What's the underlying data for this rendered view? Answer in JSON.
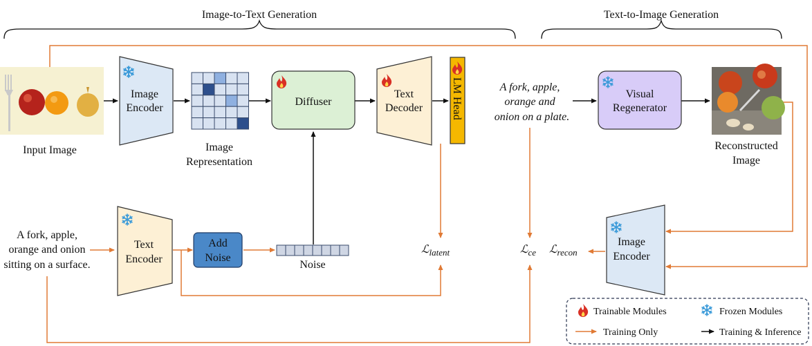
{
  "sections": {
    "i2t_title": "Image-to-Text Generation",
    "t2i_title": "Text-to-Image Generation"
  },
  "labels": {
    "input_image": "Input Image",
    "image_encoder_top": [
      "Image",
      "Encoder"
    ],
    "image_representation": [
      "Image",
      "Representation"
    ],
    "diffuser": "Diffuser",
    "text_decoder": [
      "Text",
      "Decoder"
    ],
    "lm_head": "LM Head",
    "generated_caption": [
      "A fork, apple,",
      "orange and",
      "onion on a plate."
    ],
    "visual_regenerator": [
      "Visual",
      "Regenerator"
    ],
    "reconstructed_image": [
      "Reconstructed",
      "Image"
    ],
    "input_caption": [
      "A fork, apple,",
      "orange and onion",
      "sitting on a surface."
    ],
    "text_encoder": [
      "Text",
      "Encoder"
    ],
    "add_noise": [
      "Add",
      "Noise"
    ],
    "noise": "Noise",
    "loss_latent_base": "ℒ",
    "loss_latent_sub": "latent",
    "loss_ce_base": "ℒ",
    "loss_ce_sub": "ce",
    "loss_recon_base": "ℒ",
    "loss_recon_sub": "recon",
    "image_encoder_bottom": [
      "Image",
      "Encoder"
    ]
  },
  "legend": {
    "trainable": "Trainable Modules",
    "frozen": "Frozen Modules",
    "training_only": "Training Only",
    "training_inference": "Training & Inference"
  },
  "icons": {
    "trainable": "fire-icon",
    "frozen": "snowflake-icon"
  },
  "colors": {
    "training_only_arrow": "#e07a35",
    "inference_arrow": "#111111",
    "encoder_fill": "#dce8f5",
    "text_module_fill": "#fdf0d5",
    "diffuser_fill": "#dcf0d5",
    "lm_head_fill": "#f5b800",
    "regenerator_fill": "#d8ccf8",
    "add_noise_fill": "#4a88c8",
    "fire": "#d93025",
    "snowflake": "#3a9ad9"
  }
}
